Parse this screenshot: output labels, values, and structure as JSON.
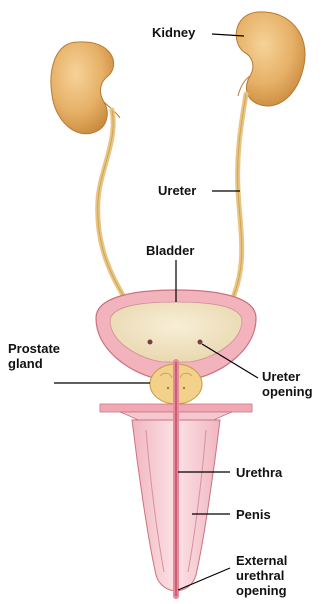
{
  "labels": {
    "kidney": "Kidney",
    "ureter": "Ureter",
    "bladder": "Bladder",
    "prostate_gland": "Prostate\ngland",
    "ureter_opening": "Ureter\nopening",
    "urethra": "Urethra",
    "penis": "Penis",
    "external_urethral_opening": "External\nurethral\nopening"
  },
  "colors": {
    "kidney": "#e6b067",
    "kidney_shade": "#c98b3e",
    "ureter": "#e8c582",
    "bladder_wall": "#f2b3bd",
    "bladder_wall_edge": "#c9737f",
    "bladder_lumen": "#f3e6c6",
    "prostate": "#f2d28a",
    "penis_tissue": "#f5c8cf",
    "urethra": "#e9889a",
    "leader_line": "#000000"
  }
}
